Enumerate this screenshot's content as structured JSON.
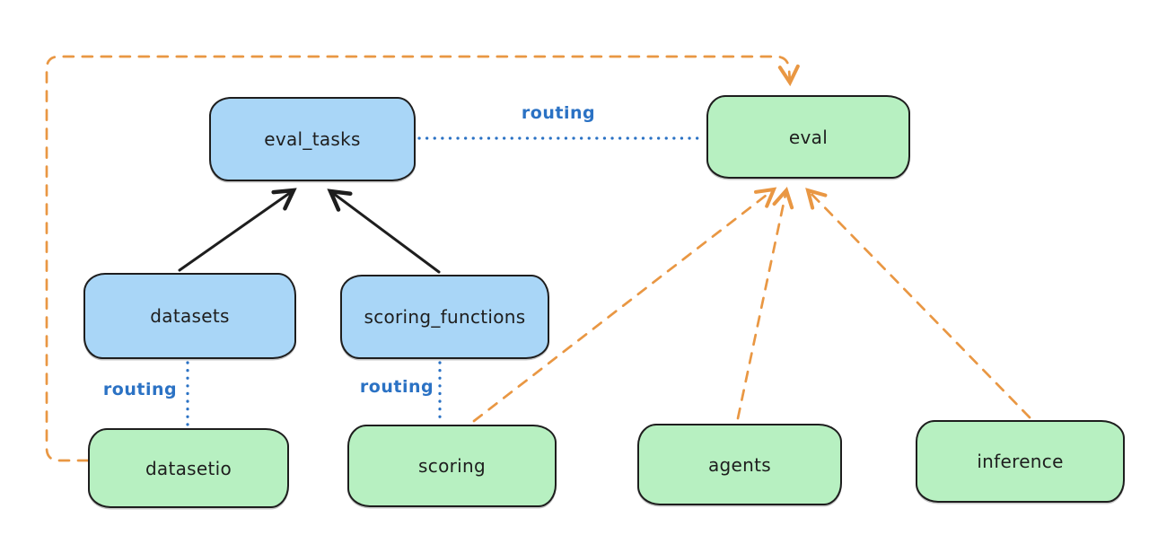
{
  "nodes": {
    "eval_tasks": {
      "label": "eval_tasks",
      "fill": "#a9d6f7"
    },
    "eval": {
      "label": "eval",
      "fill": "#b7f0c1"
    },
    "datasets": {
      "label": "datasets",
      "fill": "#a9d6f7"
    },
    "scoring_functions": {
      "label": "scoring_functions",
      "fill": "#a9d6f7"
    },
    "datasetio": {
      "label": "datasetio",
      "fill": "#b7f0c1"
    },
    "scoring": {
      "label": "scoring",
      "fill": "#b7f0c1"
    },
    "agents": {
      "label": "agents",
      "fill": "#b7f0c1"
    },
    "inference": {
      "label": "inference",
      "fill": "#b7f0c1"
    }
  },
  "edges": [
    {
      "from": "datasets",
      "to": "eval_tasks",
      "style": "solid-black-arrow"
    },
    {
      "from": "scoring_functions",
      "to": "eval_tasks",
      "style": "solid-black-arrow"
    },
    {
      "from": "eval_tasks",
      "to": "eval",
      "style": "dotted-blue",
      "label": "routing"
    },
    {
      "from": "datasets",
      "to": "datasetio",
      "style": "dotted-blue",
      "label": "routing"
    },
    {
      "from": "scoring_functions",
      "to": "scoring",
      "style": "dotted-blue",
      "label": "routing"
    },
    {
      "from": "datasetio",
      "to": "eval",
      "style": "dashed-orange-arrow"
    },
    {
      "from": "scoring",
      "to": "eval",
      "style": "dashed-orange-arrow"
    },
    {
      "from": "agents",
      "to": "eval",
      "style": "dashed-orange-arrow"
    },
    {
      "from": "inference",
      "to": "eval",
      "style": "dashed-orange-arrow"
    }
  ],
  "labels": {
    "routing_top": "routing",
    "routing_datasetio": "routing",
    "routing_scoring": "routing"
  },
  "colors": {
    "background": "#ffffff",
    "node_border": "#1e1e1e",
    "blue_fill": "#a9d6f7",
    "green_fill": "#b7f0c1",
    "black_edge": "#1e1e1e",
    "orange_edge": "#e99743",
    "blue_edge": "#2b72c4",
    "label_text": "#1e1e1e"
  }
}
